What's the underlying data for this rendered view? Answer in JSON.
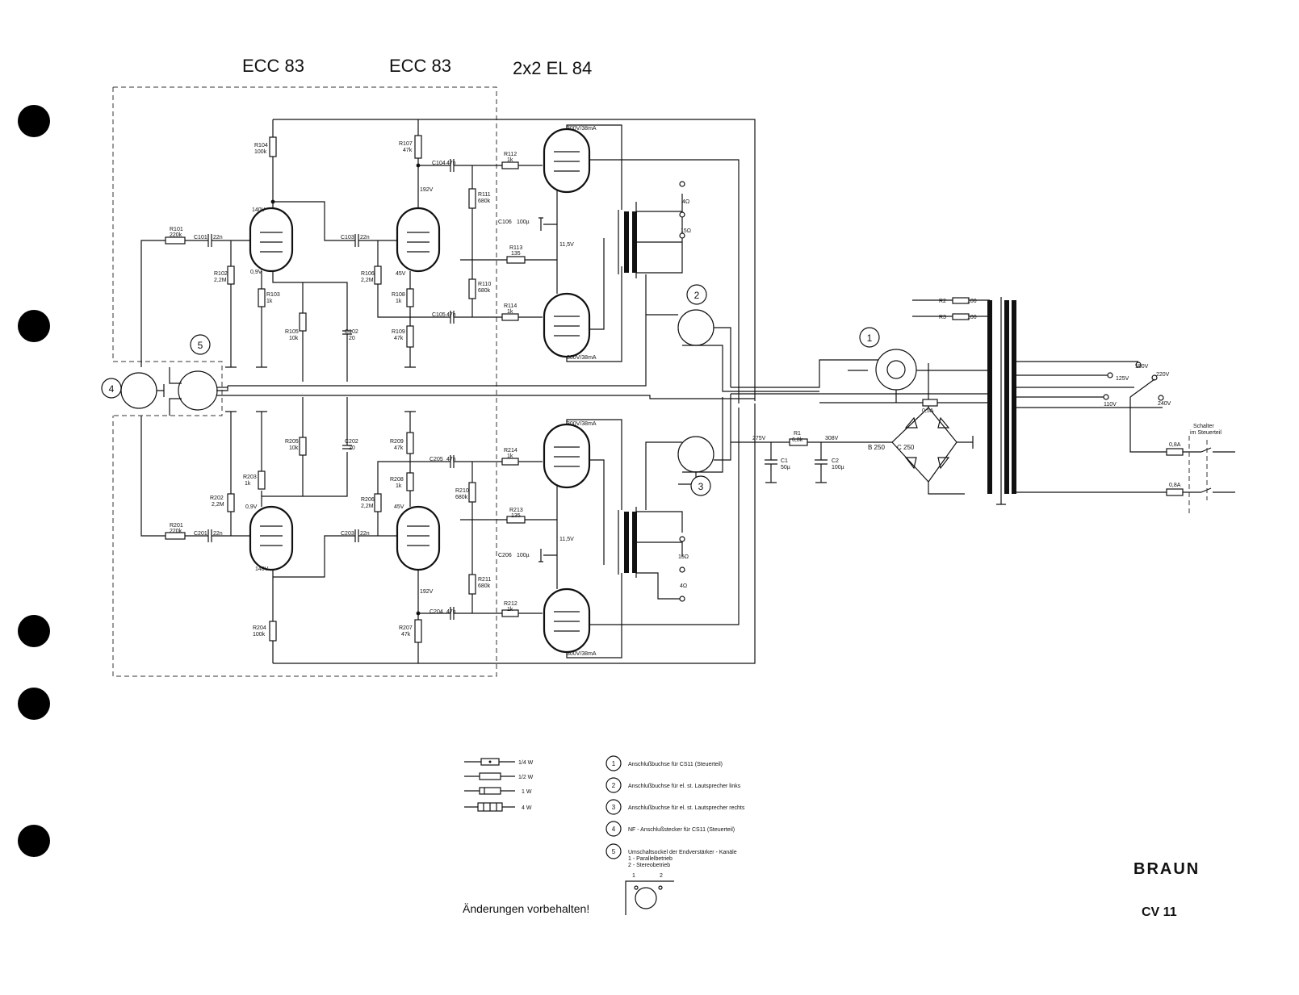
{
  "tube_headers": [
    "ECC 83",
    "ECC 83",
    "2x2 EL 84"
  ],
  "connectors": [
    "1",
    "2",
    "3",
    "4",
    "5"
  ],
  "upper": {
    "r_labels": [
      {
        "id": "R101",
        "val": "220k"
      },
      {
        "id": "R102",
        "val": "2,2M"
      },
      {
        "id": "R103",
        "val": "1k"
      },
      {
        "id": "R104",
        "val": "100k"
      },
      {
        "id": "R105",
        "val": "10k"
      },
      {
        "id": "R106",
        "val": "2,2M"
      },
      {
        "id": "R107",
        "val": "47k"
      },
      {
        "id": "R108",
        "val": "1k"
      },
      {
        "id": "R109",
        "val": "47k"
      },
      {
        "id": "R110",
        "val": "680k"
      },
      {
        "id": "R111",
        "val": "680k"
      },
      {
        "id": "R112",
        "val": "1k"
      },
      {
        "id": "R113",
        "val": "135"
      },
      {
        "id": "R114",
        "val": "1k"
      }
    ],
    "c_labels": [
      {
        "id": "C101",
        "val": "22n"
      },
      {
        "id": "C102",
        "val": "20"
      },
      {
        "id": "C103",
        "val": "22n"
      },
      {
        "id": "C104",
        "val": "47n"
      },
      {
        "id": "C105",
        "val": "47n"
      },
      {
        "id": "C106",
        "val": "100µ"
      }
    ],
    "voltages": [
      "140V",
      "0,9V",
      "192V",
      "45V",
      "11,5V",
      "300V/38mA",
      "300V/38mA"
    ]
  },
  "lower": {
    "r_labels": [
      {
        "id": "R201",
        "val": "220k"
      },
      {
        "id": "R202",
        "val": "2,2M"
      },
      {
        "id": "R203",
        "val": "1k"
      },
      {
        "id": "R204",
        "val": "100k"
      },
      {
        "id": "R205",
        "val": "10k"
      },
      {
        "id": "R206",
        "val": "2,2M"
      },
      {
        "id": "R207",
        "val": "47k"
      },
      {
        "id": "R208",
        "val": "1k"
      },
      {
        "id": "R209",
        "val": "47k"
      },
      {
        "id": "R210",
        "val": "680k"
      },
      {
        "id": "R211",
        "val": "680k"
      },
      {
        "id": "R212",
        "val": "1k"
      },
      {
        "id": "R213",
        "val": "135"
      },
      {
        "id": "R214",
        "val": "1k"
      }
    ],
    "c_labels": [
      {
        "id": "C201",
        "val": "22n"
      },
      {
        "id": "C202",
        "val": "20"
      },
      {
        "id": "C203",
        "val": "22n"
      },
      {
        "id": "C204",
        "val": "47n"
      },
      {
        "id": "C205",
        "val": "47n"
      },
      {
        "id": "C206",
        "val": "100µ"
      }
    ],
    "voltages": [
      "140V",
      "0,9V",
      "192V",
      "45V",
      "11,5V",
      "300V/38mA",
      "300V/38mA"
    ]
  },
  "speaker_taps": {
    "upper": [
      "4Ω",
      "15Ω"
    ],
    "lower": [
      "15Ω",
      "4Ω"
    ]
  },
  "power": {
    "R1": "R1",
    "R1_val": "6,8k",
    "R2": "R2",
    "R2_val": "100",
    "R3": "R3",
    "R3_val": "100",
    "C1": "C1",
    "C1_val": "50µ",
    "C2": "C2",
    "C2_val": "100µ",
    "v275": "275V",
    "v308": "308V",
    "rect": "B 250",
    "rect2": "C 250",
    "fuse_main": "0,5A",
    "taps": [
      "110V",
      "125V",
      "150V",
      "220V",
      "240V"
    ],
    "fuses": [
      "0,8A",
      "0,8A"
    ],
    "switch_label1": "Schalter",
    "switch_label2": "im Steuerteil"
  },
  "legend_resistors": [
    "1/4 W",
    "1/2 W",
    "1 W",
    "4 W"
  ],
  "legend_connectors": [
    {
      "n": "1",
      "text": "Anschlußbuchse für CS11 (Steuerteil)"
    },
    {
      "n": "2",
      "text": "Anschlußbuchse für el. st. Lautsprecher links"
    },
    {
      "n": "3",
      "text": "Anschlußbuchse für el. st. Lautsprecher rechts"
    },
    {
      "n": "4",
      "text": "NF - Anschlußstecker für CS11 (Steuerteil)"
    },
    {
      "n": "5",
      "text": "Umschaltsockel der Endverstärker - Kanäle"
    }
  ],
  "legend_sub": [
    "1 - Parallelbetrieb",
    "2 - Stereobetrieb"
  ],
  "switch_pos": [
    "1",
    "2"
  ],
  "footer_note": "Änderungen vorbehalten!",
  "brand": "BRAUN",
  "model": "CV 11"
}
